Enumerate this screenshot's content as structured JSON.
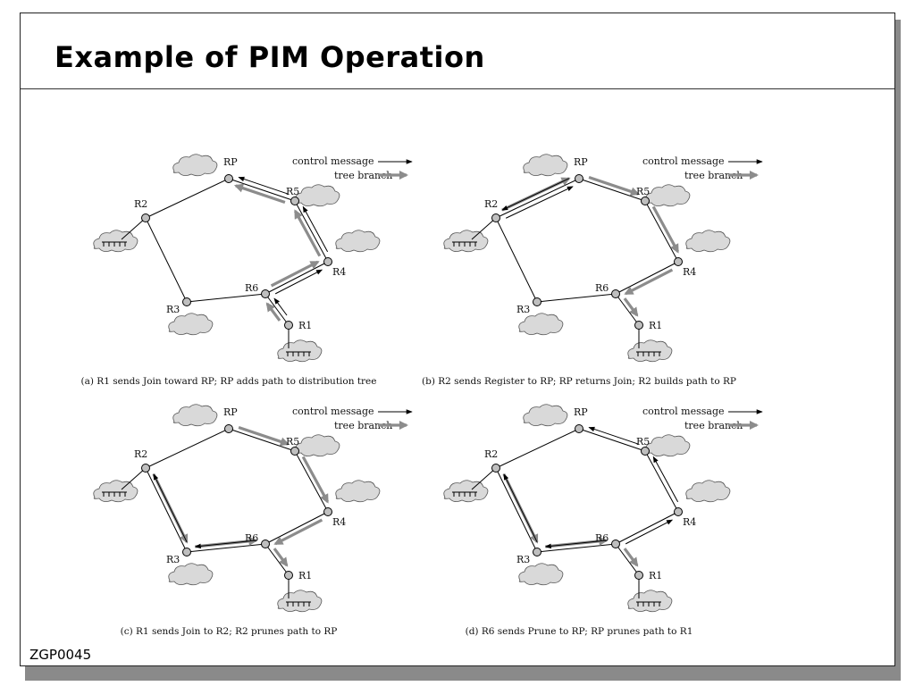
{
  "slide": {
    "title": "Example of PIM Operation",
    "footer_code": "ZGP0045"
  },
  "colors": {
    "tree_branch": "#8c8c8c",
    "control_message": "#000000",
    "cloud_fill": "#d9d9d9",
    "router_fill": "#bfbfbf"
  },
  "legend": {
    "control_message": "control message",
    "tree_branch": "tree branch"
  },
  "routers": [
    "RP",
    "R5",
    "R4",
    "R6",
    "R1",
    "R2",
    "R3"
  ],
  "links": [
    [
      "RP",
      "R5"
    ],
    [
      "R5",
      "R4"
    ],
    [
      "R4",
      "R6"
    ],
    [
      "R6",
      "R1"
    ],
    [
      "R6",
      "R3"
    ],
    [
      "R3",
      "R2"
    ],
    [
      "R2",
      "RP"
    ]
  ],
  "panels": [
    {
      "id": "a",
      "caption": "(a) R1 sends Join toward RP; RP adds path to distribution tree",
      "tree_branches": [
        [
          "R1",
          "R6"
        ],
        [
          "R6",
          "R4"
        ],
        [
          "R4",
          "R5"
        ],
        [
          "R5",
          "RP"
        ]
      ],
      "control_messages": [
        [
          "R1",
          "R6"
        ],
        [
          "R6",
          "R4"
        ],
        [
          "R4",
          "R5"
        ],
        [
          "R5",
          "RP"
        ]
      ]
    },
    {
      "id": "b",
      "caption": "(b) R2 sends Register to RP; RP returns Join; R2 builds path to RP",
      "tree_branches": [
        [
          "R2",
          "RP"
        ],
        [
          "RP",
          "R5"
        ],
        [
          "R5",
          "R4"
        ],
        [
          "R4",
          "R6"
        ],
        [
          "R6",
          "R1"
        ]
      ],
      "control_messages": [
        [
          "R2",
          "RP"
        ],
        [
          "RP",
          "R2"
        ]
      ]
    },
    {
      "id": "c",
      "caption": "(c) R1 sends Join to R2;  R2 prunes path to RP",
      "tree_branches": [
        [
          "RP",
          "R5"
        ],
        [
          "R5",
          "R4"
        ],
        [
          "R4",
          "R6"
        ],
        [
          "R2",
          "R3"
        ],
        [
          "R3",
          "R6"
        ],
        [
          "R6",
          "R1"
        ]
      ],
      "control_messages": [
        [
          "R6",
          "R3"
        ],
        [
          "R3",
          "R2"
        ]
      ]
    },
    {
      "id": "d",
      "caption": "(d) R6 sends Prune to RP;  RP prunes path to R1",
      "tree_branches": [
        [
          "R2",
          "R3"
        ],
        [
          "R3",
          "R6"
        ],
        [
          "R6",
          "R1"
        ]
      ],
      "control_messages": [
        [
          "R6",
          "R3"
        ],
        [
          "R3",
          "R2"
        ],
        [
          "R6",
          "R4"
        ],
        [
          "R4",
          "R5"
        ],
        [
          "R5",
          "RP"
        ]
      ]
    }
  ]
}
